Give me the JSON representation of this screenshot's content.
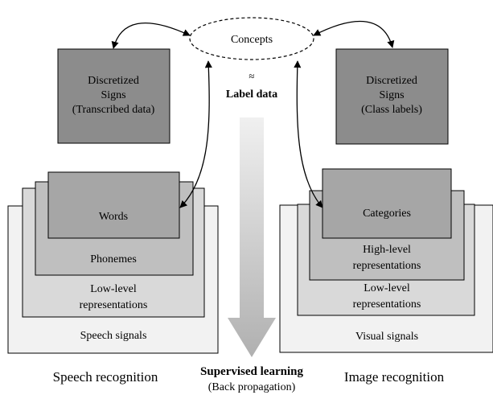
{
  "concepts": "Concepts",
  "approx_symbol": "≈",
  "label_data": "Label data",
  "left_signs": [
    "Discretized",
    "Signs",
    "(Transcribed data)"
  ],
  "right_signs": [
    "Discretized",
    "Signs",
    "(Class labels)"
  ],
  "left_stack": {
    "words": "Words",
    "phonemes": "Phonemes",
    "low_level": [
      "Low-level",
      "representations"
    ],
    "signals": "Speech signals"
  },
  "right_stack": {
    "categories": "Categories",
    "high_level": [
      "High-level",
      "representations"
    ],
    "low_level": [
      "Low-level",
      "representations"
    ],
    "signals": "Visual signals"
  },
  "captions": {
    "left": "Speech recognition",
    "right": "Image recognition",
    "center": "Supervised learning",
    "center_sub": "(Back propagation)"
  },
  "colors": {
    "signs_box": "#8c8c8c",
    "level1": "#f2f2f2",
    "level2": "#d9d9d9",
    "level3": "#bfbfbf",
    "level4": "#a6a6a6",
    "arrow_top": "#e8e8e8",
    "arrow_bottom": "#a8a8a8"
  }
}
